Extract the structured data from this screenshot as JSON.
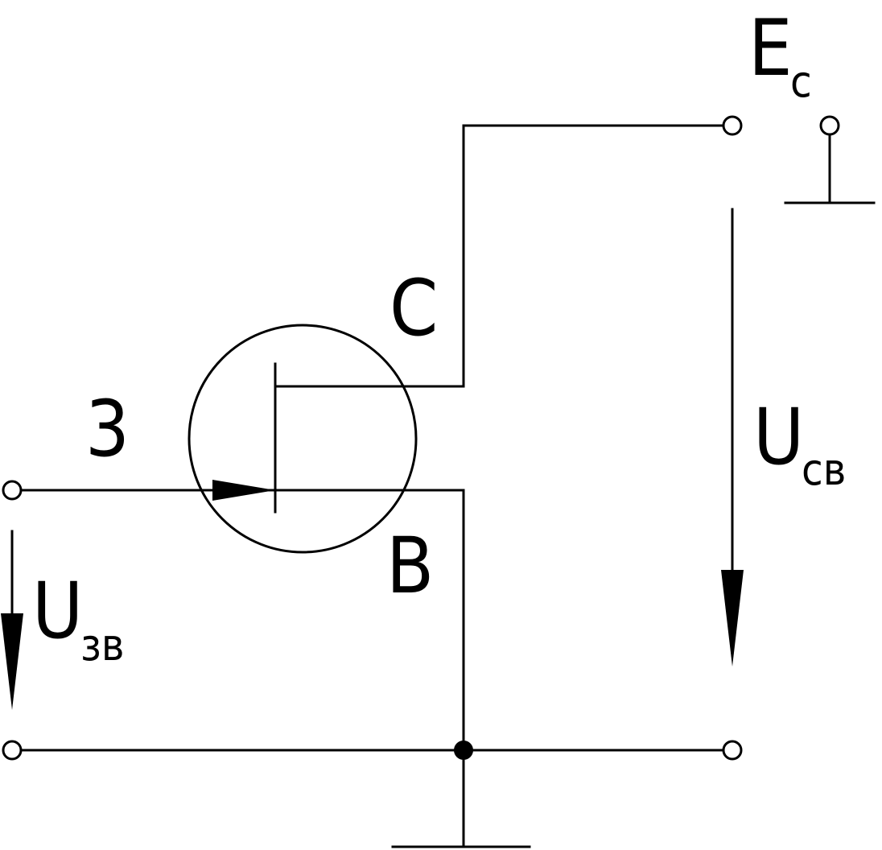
{
  "labels": {
    "collector": "C",
    "emitter": "3",
    "base": "B",
    "source_main": "E",
    "source_sub": "c",
    "u_sv_main": "U",
    "u_sv_sub": "cв",
    "u_zv_main": "U",
    "u_zv_sub": "зв"
  },
  "colors": {
    "line": "#000000",
    "background": "#ffffff"
  }
}
